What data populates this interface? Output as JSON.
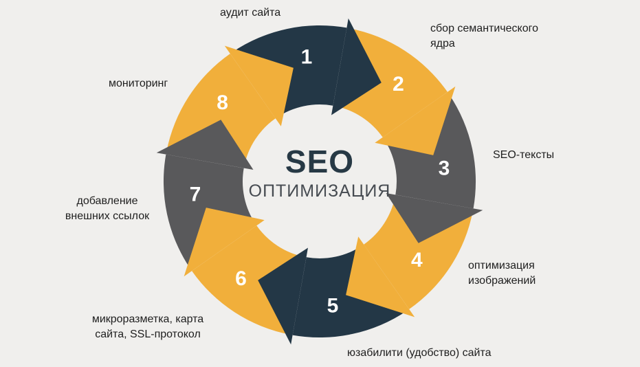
{
  "background": "#f0efed",
  "center": {
    "title": "SEO",
    "subtitle": "ОПТИМИЗАЦИЯ"
  },
  "diagram": {
    "type": "circular-process-cycle",
    "direction": "clockwise",
    "colors": {
      "dark_navy": "#233746",
      "amber": "#f1af3b",
      "gray": "#59595b",
      "number_text": "#ffffff"
    },
    "segments": [
      {
        "number": "1",
        "label": "аудит сайта",
        "color": "#233746"
      },
      {
        "number": "2",
        "label": "сбор семантического\nядра",
        "color": "#f1af3b"
      },
      {
        "number": "3",
        "label": "SEO-тексты",
        "color": "#59595b"
      },
      {
        "number": "4",
        "label": "оптимизация\nизображений",
        "color": "#f1af3b"
      },
      {
        "number": "5",
        "label": "юзабилити (удобство) сайта",
        "color": "#233746"
      },
      {
        "number": "6",
        "label": "микроразметка, карта\nсайта, SSL-протокол",
        "color": "#f1af3b"
      },
      {
        "number": "7",
        "label": "добавление\nвнешних ссылок",
        "color": "#59595b"
      },
      {
        "number": "8",
        "label": "мониторинг",
        "color": "#f1af3b"
      }
    ]
  }
}
